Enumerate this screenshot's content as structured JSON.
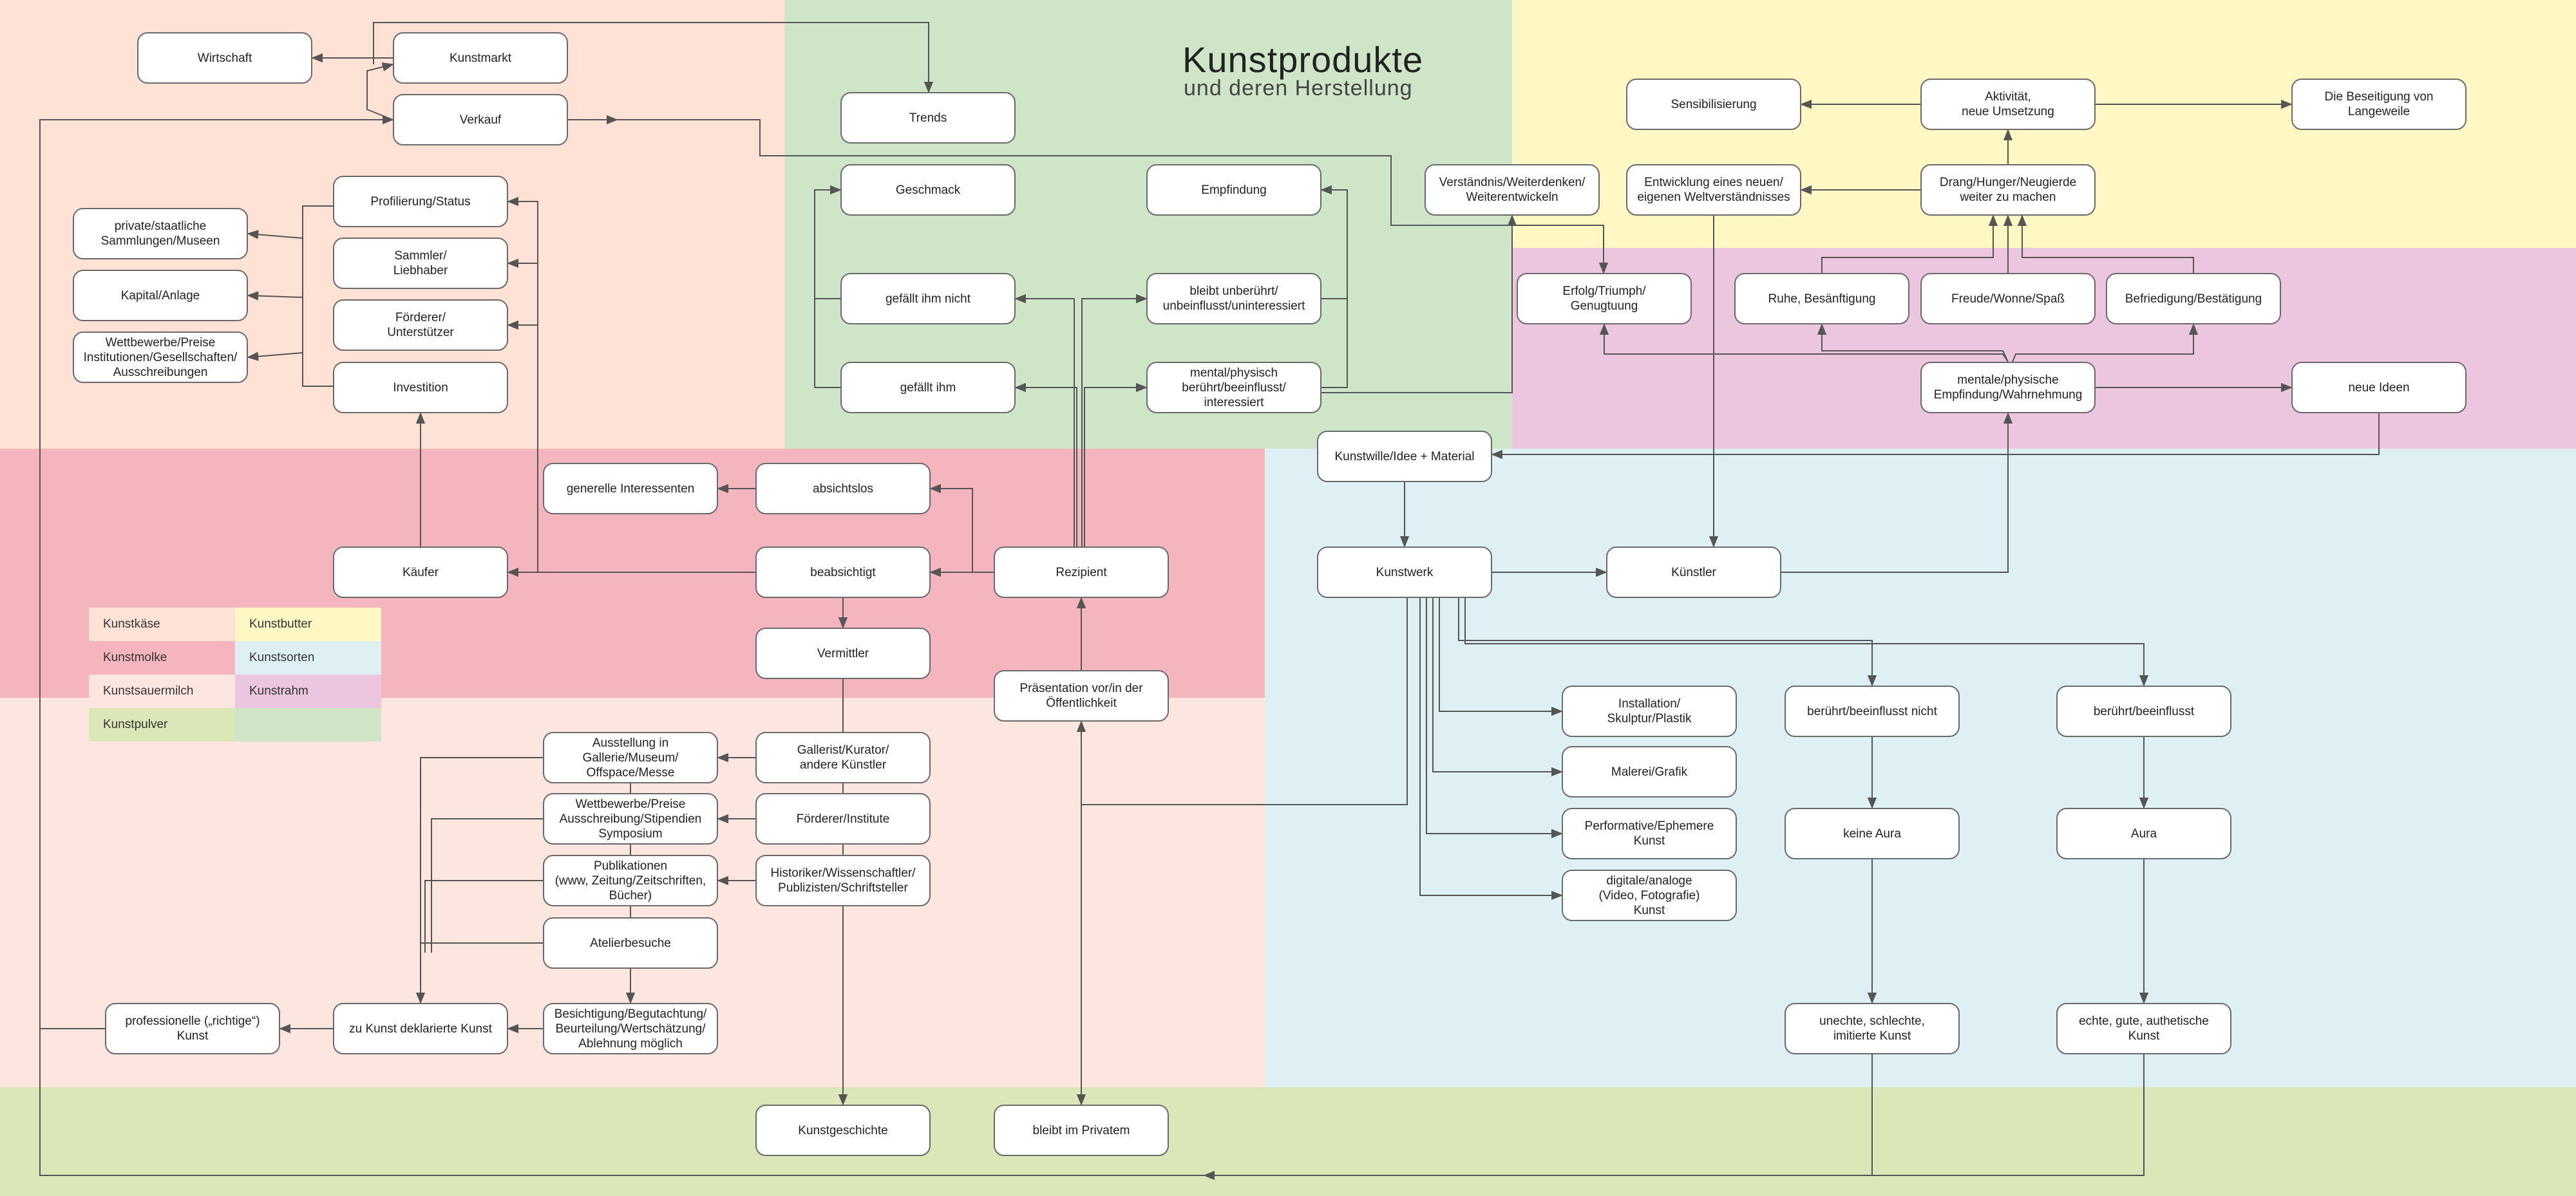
{
  "title": "Kunstprodukte",
  "subtitle": "und deren Herstellung",
  "colors": {
    "peach": "#fde2d5",
    "green": "#cfe5c8",
    "yellow": "#fff8c4",
    "magenta": "#ebc6de",
    "red": "#f4b5be",
    "blue": "#dff0f5",
    "light_peach": "#fde6e0",
    "olive": "#dbe7b6"
  },
  "nodes": {
    "wirtschaft": "Wirtschaft",
    "kunstmarkt": "Kunstmarkt",
    "verkauf": "Verkauf",
    "trends": "Trends",
    "geschmack": "Geschmack",
    "empfindung": "Empfindung",
    "gefaellt_nicht": "gefällt ihm nicht",
    "gefaellt": "gefällt ihm",
    "unberuehrt": "bleibt unberührt/\nunbeinflusst/uninteressiert",
    "beruehrt_mental": "mental/physisch\nberührt/beeinflusst/\ninteressiert",
    "profilierung": "Profilierung/Status",
    "sammler": "Sammler/\nLiebhaber",
    "foerderer": "Förderer/\nUnterstützer",
    "investition": "Investition",
    "private": "private/staatliche\nSammlungen/Museen",
    "kapital": "Kapital/Anlage",
    "wettbewerbe_links": "Wettbewerbe/Preise\nInstitutionen/Gesellschaften/\nAusschreibungen",
    "verstaendnis": "Verständnis/Weiterdenken/\nWeiterentwickeln",
    "sensibilisierung": "Sensibilisierung",
    "aktivitaet": "Aktivität,\nneue Umsetzung",
    "langeweile": "Die Beseitigung von\nLangeweile",
    "weltverstaendnis": "Entwicklung eines neuen/\neigenen Weltverständnisses",
    "drang": "Drang/Hunger/Neugierde\nweiter zu machen",
    "erfolg": "Erfolg/Triumph/\nGenugtuung",
    "ruhe": "Ruhe, Besänftigung",
    "freude": "Freude/Wonne/Spaß",
    "befriedigung": "Befriedigung/Bestätigung",
    "mentale_empfindung": "mentale/physische\nEmpfindung/Wahrnehmung",
    "neue_ideen": "neue Ideen",
    "kunstwille": "Kunstwille/Idee + Material",
    "generelle": "generelle Interessenten",
    "absichtslos": "absichtslos",
    "kaeufer": "Käufer",
    "beabsichtigt": "beabsichtigt",
    "rezipient": "Rezipient",
    "kunstwerk": "Kunstwerk",
    "kuenstler": "Künstler",
    "vermittler": "Vermittler",
    "praesentation": "Präsentation vor/in der\nÖffentlichkeit",
    "ausstellung": "Ausstellung in\nGallerie/Museum/\nOffspace/Messe",
    "wettbewerbe_mitte": "Wettbewerbe/Preise\nAusschreibung/Stipendien\nSymposium",
    "publikationen": "Publikationen\n(www, Zeitung/Zeitschriften,\nBücher)",
    "atelierbesuche": "Atelierbesuche",
    "besichtigung": "Besichtigung/Begutachtung/\nBeurteilung/Wertschätzung/\nAblehnung möglich",
    "gallerist": "Gallerist/Kurator/\nandere Künstler",
    "foerderer_institute": "Förderer/Institute",
    "historiker": "Historiker/Wissenschaftler/\nPublizisten/Schriftsteller",
    "professionelle": "professionelle („richtige“)\nKunst",
    "deklariert": "zu Kunst deklarierte Kunst",
    "installation": "Installation/\nSkulptur/Plastik",
    "malerei": "Malerei/Grafik",
    "performative": "Performative/Ephemere\nKunst",
    "digitale": "digitale/analoge\n(Video, Fotografie)\nKunst",
    "beruehrt_nicht": "berührt/beeinflusst nicht",
    "beruehrt": "berührt/beeinflusst",
    "keine_aura": "keine Aura",
    "aura": "Aura",
    "unechte": "unechte, schlechte,\nimitierte Kunst",
    "echte": "echte, gute, authetische\nKunst",
    "kunstgeschichte": "Kunstgeschichte",
    "privatem": "bleibt im Privatem"
  },
  "legend": [
    {
      "label": "Kunstkäse",
      "color": "#fde2d5"
    },
    {
      "label": "Kunstbutter",
      "color": "#fff8c4"
    },
    {
      "label": "Kunstmolke",
      "color": "#f4b5be"
    },
    {
      "label": "Kunstsorten",
      "color": "#dff0f5"
    },
    {
      "label": "Kunstsauermilch",
      "color": "#fde6e0"
    },
    {
      "label": "Kunstrahm",
      "color": "#ebc6de"
    },
    {
      "label": "Kunstpulver",
      "color": "#dbe7b6"
    },
    {
      "label": "",
      "color": "#cfe5c8"
    }
  ]
}
